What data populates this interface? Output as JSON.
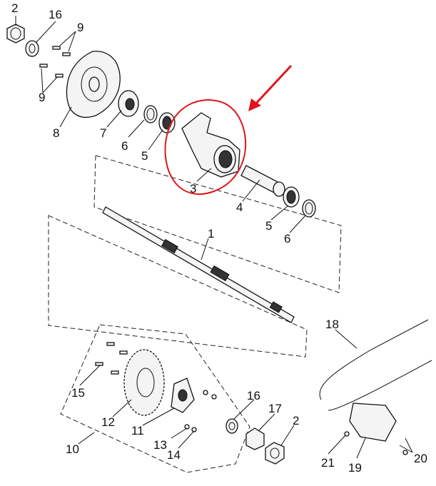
{
  "callouts": {
    "c1": "1",
    "c2a": "2",
    "c2b": "2",
    "c3": "3",
    "c4": "4",
    "c5a": "5",
    "c5b": "5",
    "c6a": "6",
    "c6b": "6",
    "c7": "7",
    "c8": "8",
    "c9a": "9",
    "c9b": "9",
    "c10": "10",
    "c11": "11",
    "c12": "12",
    "c13": "13",
    "c14": "14",
    "c15": "15",
    "c16a": "16",
    "c16b": "16",
    "c17": "17",
    "c18": "18",
    "c19": "19",
    "c20": "20",
    "c21": "21"
  },
  "colors": {
    "highlight": "#e0161c",
    "line": "#111111",
    "background": "#ffffff"
  }
}
